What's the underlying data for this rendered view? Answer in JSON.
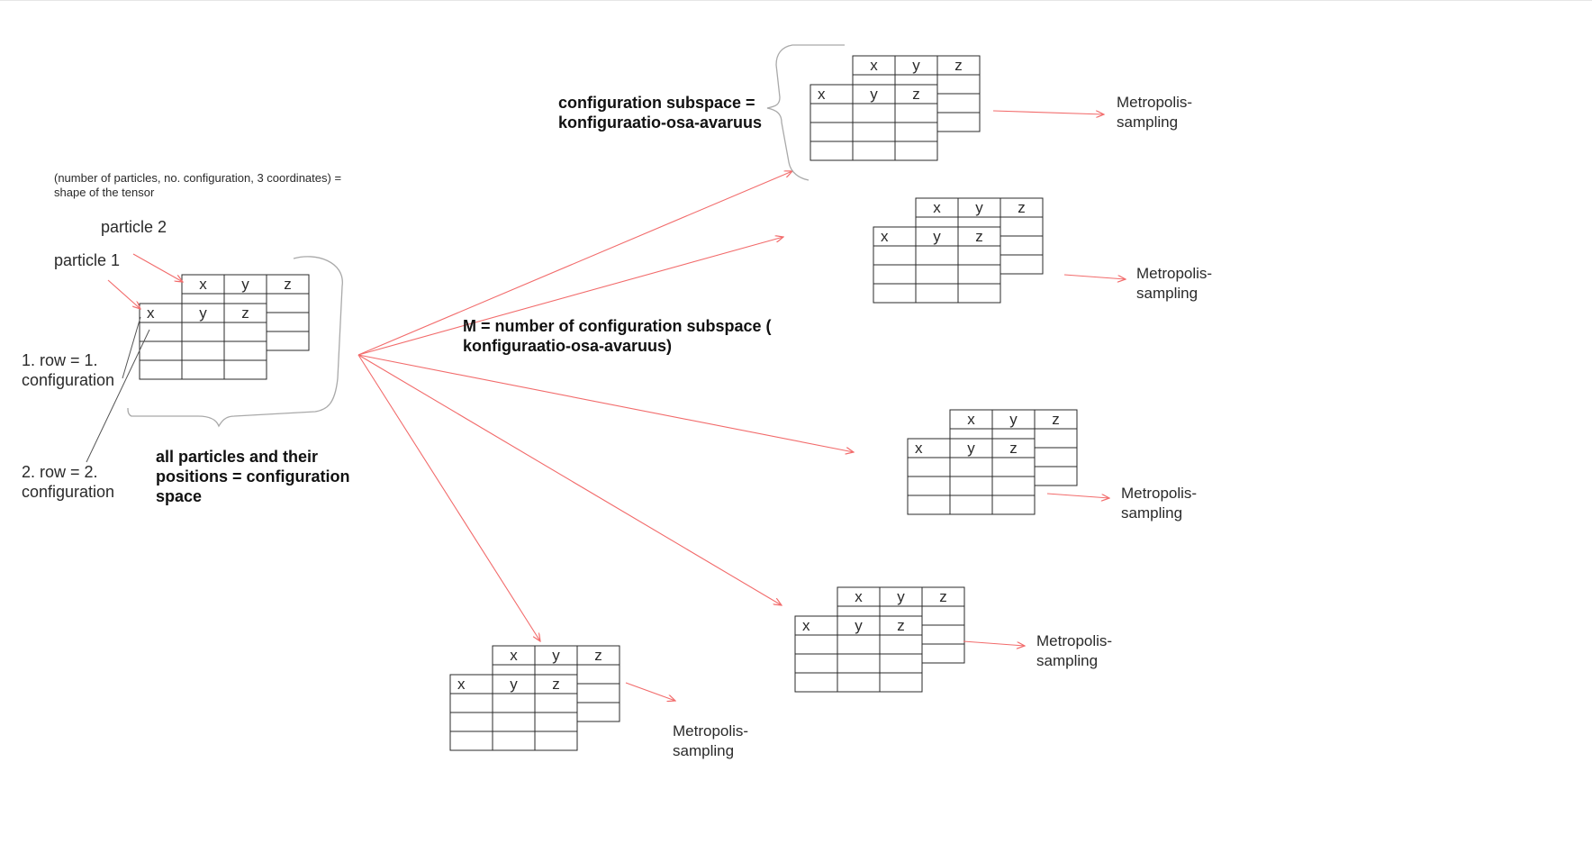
{
  "annotations": {
    "tensor_shape": "(number of particles, no. configuration, 3 coordinates) =\nshape of the tensor",
    "particle_2": "particle 2",
    "particle_1": "particle 1",
    "row_1": "1. row = 1.\nconfiguration",
    "row_2": "2. row = 2.\nconfiguration",
    "configuration_space": "all particles and their\npositions = configuration\nspace",
    "configuration_subspace": "configuration subspace =\nkonfiguraatio-osa-avaruus",
    "m_definition": "M = number of configuration subspace (\nkonfiguraatio-osa-avaruus)"
  },
  "table_headers": [
    "x",
    "y",
    "z"
  ],
  "sampling_label": "Metropolis-\nsampling",
  "colors": {
    "arrow": "#f26b6b",
    "ink": "#2a2a2a",
    "bracket": "#a9a9a9"
  }
}
